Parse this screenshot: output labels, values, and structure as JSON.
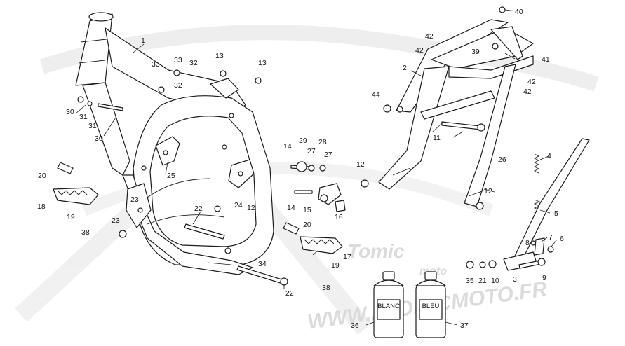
{
  "diagram": {
    "watermark": {
      "brand": "Tomic",
      "sub": "moto",
      "url": "WWW.ATOMICMOTO.FR"
    },
    "paint_cans": [
      {
        "id": "36",
        "label": "BLANC"
      },
      {
        "id": "37",
        "label": "BLEU"
      }
    ],
    "callouts": [
      "1",
      "2",
      "3",
      "4",
      "5",
      "6",
      "7",
      "8",
      "9",
      "10",
      "11",
      "12",
      "13",
      "14",
      "15",
      "16",
      "17",
      "18",
      "19",
      "20",
      "21",
      "22",
      "23",
      "24",
      "25",
      "26",
      "27",
      "28",
      "29",
      "30",
      "31",
      "32",
      "33",
      "34",
      "35",
      "36",
      "37",
      "38",
      "39",
      "40",
      "41",
      "42",
      "44"
    ]
  }
}
